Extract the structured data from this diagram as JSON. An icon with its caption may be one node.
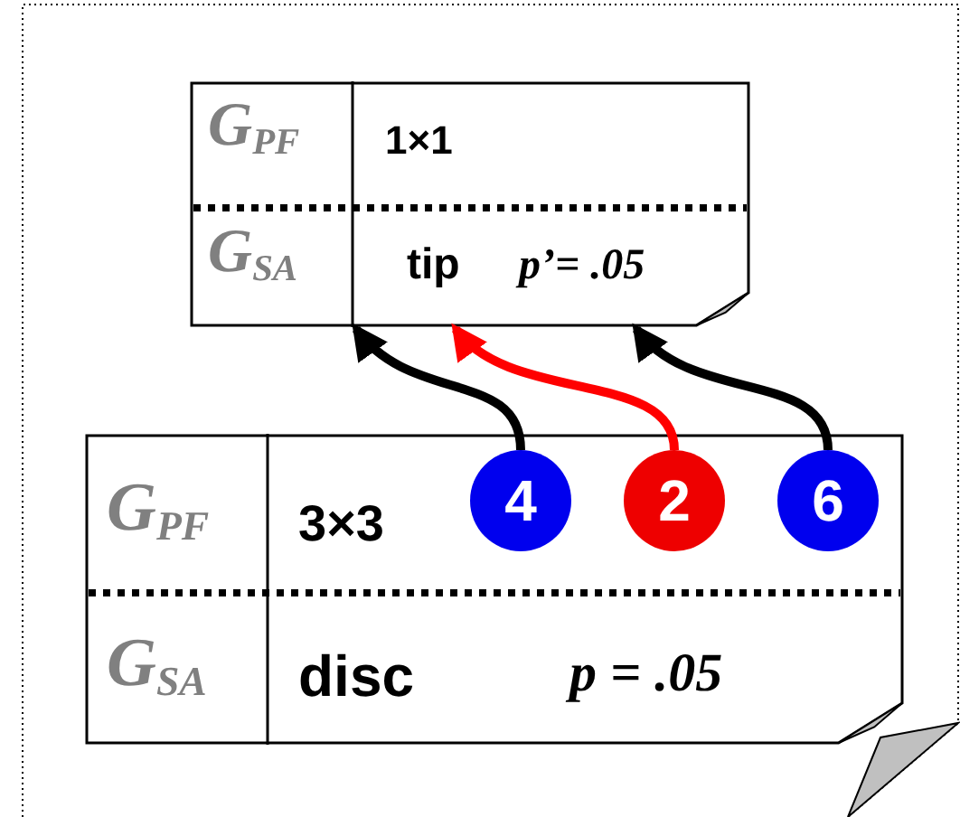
{
  "diagram": {
    "nodes": [
      {
        "text": [],
        "shape": "box"
      },
      {
        "text": [
          "G$_{PF}$",
          "1×1",
          "G$_{SA}$",
          "tip",
          "p’= .05"
        ],
        "in": 0
      },
      {
        "text": [
          "G$_{PF}$",
          "3×3",
          "G$_{SA}$",
          "disc",
          "p = .05"
        ],
        "in": 0
      },
      {
        "text": [
          "4"
        ],
        "in": 2
      },
      {
        "text": [
          "2"
        ],
        "in": 2
      },
      {
        "text": [
          "6"
        ],
        "in": 2
      }
    ],
    "edges": [
      {
        "from": 3,
        "to": 1,
        "arrow": "to"
      },
      {
        "from": 4,
        "to": 1,
        "arrow": "to",
        "color": "#ff0000"
      },
      {
        "from": 5,
        "to": 1,
        "arrow": "to"
      }
    ]
  }
}
